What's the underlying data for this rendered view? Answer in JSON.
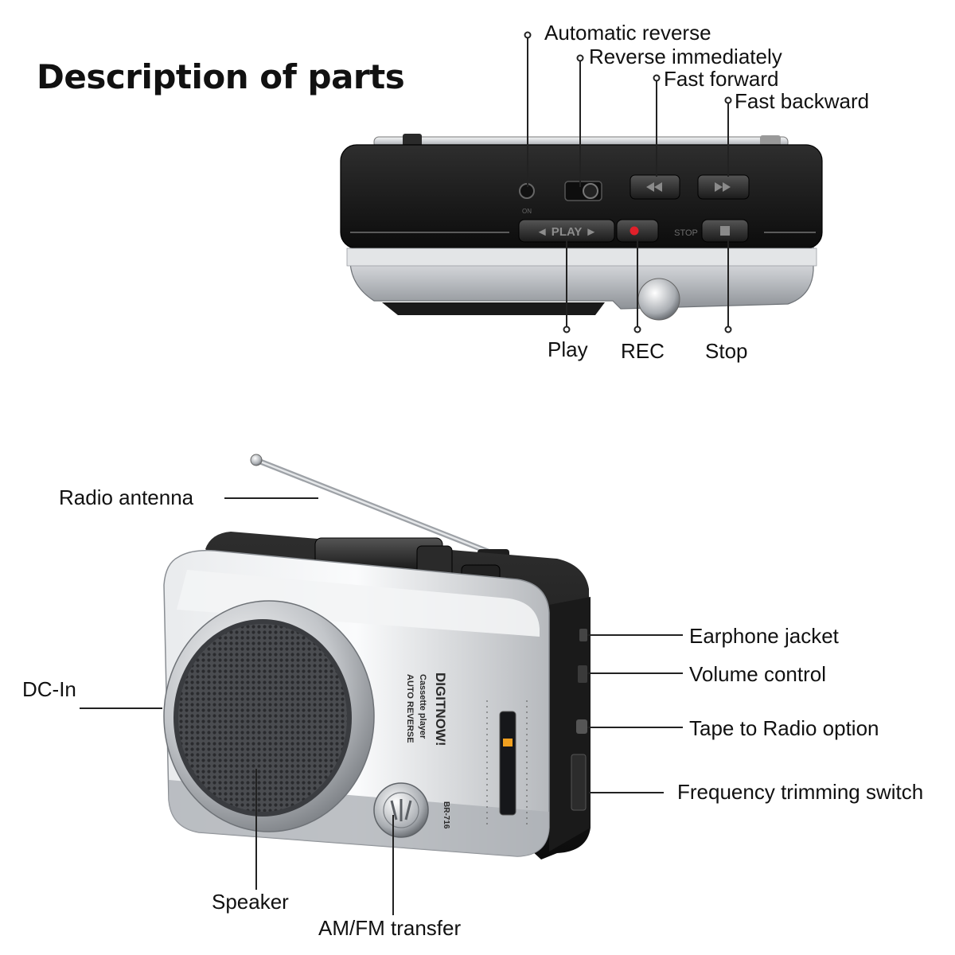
{
  "title": "Description of parts",
  "top_view": {
    "labels": {
      "automatic_reverse": "Automatic reverse",
      "reverse_immediately": "Reverse immediately",
      "fast_forward": "Fast forward",
      "fast_backward": "Fast backward",
      "play": "Play",
      "rec": "REC",
      "stop": "Stop"
    },
    "panel_text": {
      "play_key": "◄ PLAY ►",
      "stop_mark": "STOP"
    }
  },
  "front_view": {
    "labels": {
      "radio_antenna": "Radio antenna",
      "dc_in": "DC-In",
      "speaker": "Speaker",
      "am_fm_transfer": "AM/FM transfer",
      "earphone_jacket": "Earphone jacket",
      "volume_control": "Volume control",
      "tape_to_radio": "Tape to Radio option",
      "frequency_trimming": "Frequency trimming switch"
    },
    "device_text": {
      "brand": "DIGITNOW!",
      "line1": "Cassette player",
      "line2": "AUTO REVERSE",
      "model": "BR-716"
    }
  },
  "colors": {
    "body_black": "#1c1c1c",
    "silver": "#c9ccd0",
    "rec_red": "#e0202a",
    "tuner_amber": "#f0a020"
  }
}
